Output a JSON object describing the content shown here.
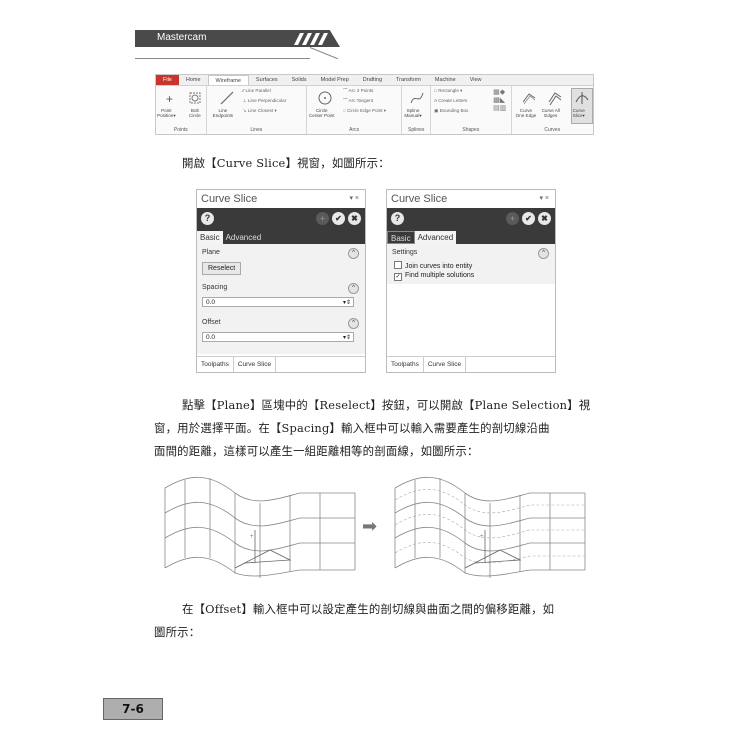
{
  "banner": {
    "title": "Mastercam"
  },
  "ribbon": {
    "tabs": [
      "File",
      "Home",
      "Wireframe",
      "Surfaces",
      "Solids",
      "Model Prep",
      "Drafting",
      "Transform",
      "Machine",
      "View"
    ],
    "groups": {
      "points": {
        "label": "Points",
        "point_position": "Point\nPosition▾",
        "bolt_circle": "Bolt\nCircle"
      },
      "lines": {
        "label": "Lines",
        "line_endpoints": "Line\nEndpoints",
        "line_parallel": "Line Parallel",
        "line_perpendicular": "Line Perpendicular",
        "line_closest": "Line Closest ▾"
      },
      "arcs": {
        "label": "Arcs",
        "circle_center_point": "Circle\nCenter Point",
        "arc_3_points": "Arc 3 Points",
        "arc_tangent": "Arc Tangent",
        "circle_edge_point": "Circle Edge Point ▾"
      },
      "splines": {
        "label": "Splines",
        "spline_manual": "Spline\nManual▾"
      },
      "shapes": {
        "label": "Shapes",
        "rectangle": "Rectangle ▾",
        "create_letters": "Create Letters",
        "bounding_box": "Bounding Box"
      },
      "curves": {
        "label": "Curves",
        "curve_one_edge": "Curve\nOne Edge",
        "curve_all_edges": "Curve All\nEdges",
        "curve_slice": "Curve\nSlice▾"
      }
    }
  },
  "text": {
    "para1": "開啟【Curve Slice】視窗，如圖所示：",
    "para2_line1": "點擊【Plane】區塊中的【Reselect】按鈕，可以開啟【Plane Selection】視",
    "para2_line2": "窗，用於選擇平面。在【Spacing】輸入框中可以輸入需要產生的剖切線沿曲",
    "para2_line3": "面間的距離，這樣可以產生一組距離相等的剖面線，如圖所示：",
    "para3_line1": "在【Offset】輸入框中可以設定產生的剖切線與曲面之間的偏移距離，如",
    "para3_line2": "圖所示："
  },
  "panel_basic": {
    "title": "Curve Slice",
    "controls": "▾ ×",
    "tabs": [
      "Basic",
      "Advanced"
    ],
    "plane_label": "Plane",
    "reselect_label": "Reselect",
    "spacing_label": "Spacing",
    "spacing_value": "0.0",
    "offset_label": "Offset",
    "offset_value": "0.0",
    "footer_tabs": [
      "Toolpaths",
      "Curve Slice"
    ]
  },
  "panel_advanced": {
    "title": "Curve Slice",
    "controls": "▾ ×",
    "tabs": [
      "Basic",
      "Advanced"
    ],
    "settings_label": "Settings",
    "join_curves": "Join curves into entity",
    "join_checked": false,
    "find_multiple": "Find multiple solutions",
    "find_checked": true,
    "footer_tabs": [
      "Toolpaths",
      "Curve Slice"
    ]
  },
  "figure": {
    "arrow": "➡"
  },
  "page": {
    "number": "7-6"
  }
}
